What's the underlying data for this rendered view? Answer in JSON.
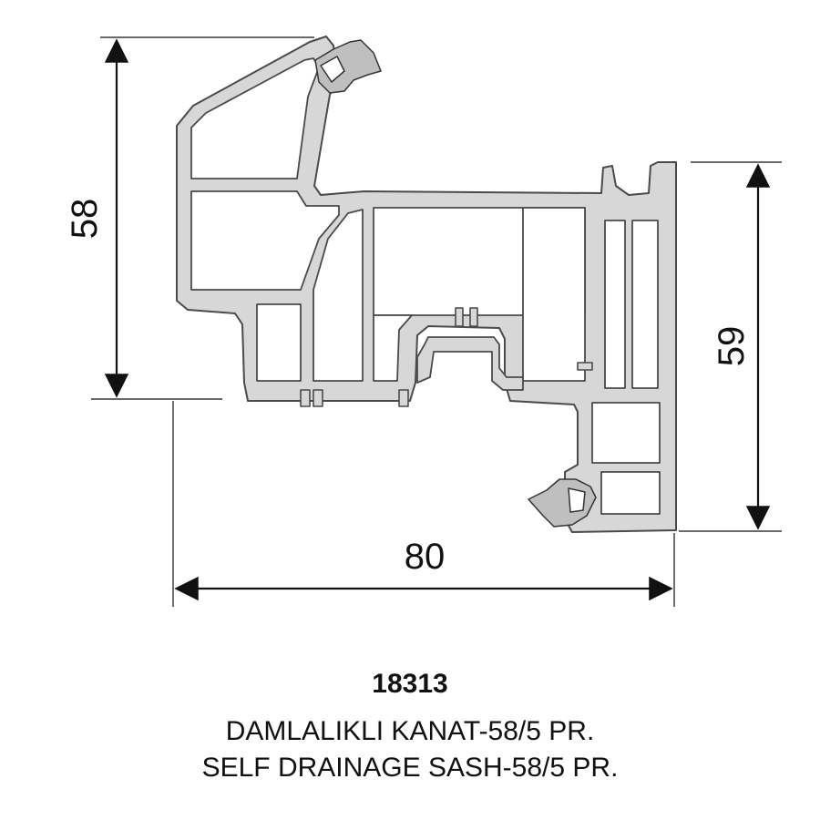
{
  "dimensions": {
    "height_left": "58",
    "height_right": "59",
    "width_bottom": "80"
  },
  "product": {
    "code": "18313",
    "name_tr": "DAMLALIKLI KANAT-58/5 PR.",
    "name_en": "SELF DRAINAGE SASH-58/5 PR."
  },
  "colors": {
    "profile_fill": "#d7d7d7",
    "profile_stroke": "#4a4a4a",
    "dimension_line": "#111111",
    "gasket": "#bfbfbf"
  }
}
